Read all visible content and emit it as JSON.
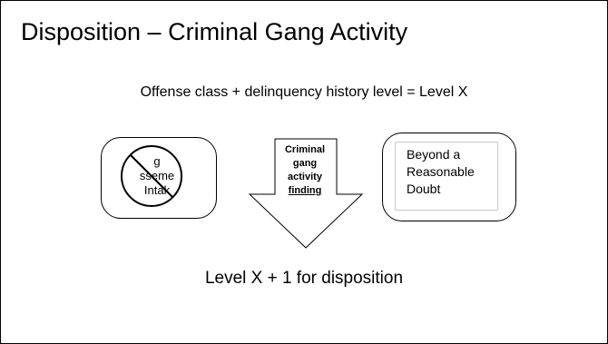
{
  "slide": {
    "title": "Disposition – Criminal Gang Activity",
    "formula": "Offense class + delinquency history level = Level X",
    "left_box": {
      "line1": "g",
      "line2": "sseme",
      "line3": "Intak",
      "symbol": "no-sign-icon"
    },
    "arrow": {
      "line1": "Criminal",
      "line2": "gang",
      "line3": "activity",
      "line4": "finding"
    },
    "right_box": {
      "line1": "Beyond a",
      "line2": "Reasonable",
      "line3": "Doubt"
    },
    "result": "Level X + 1 for disposition"
  }
}
